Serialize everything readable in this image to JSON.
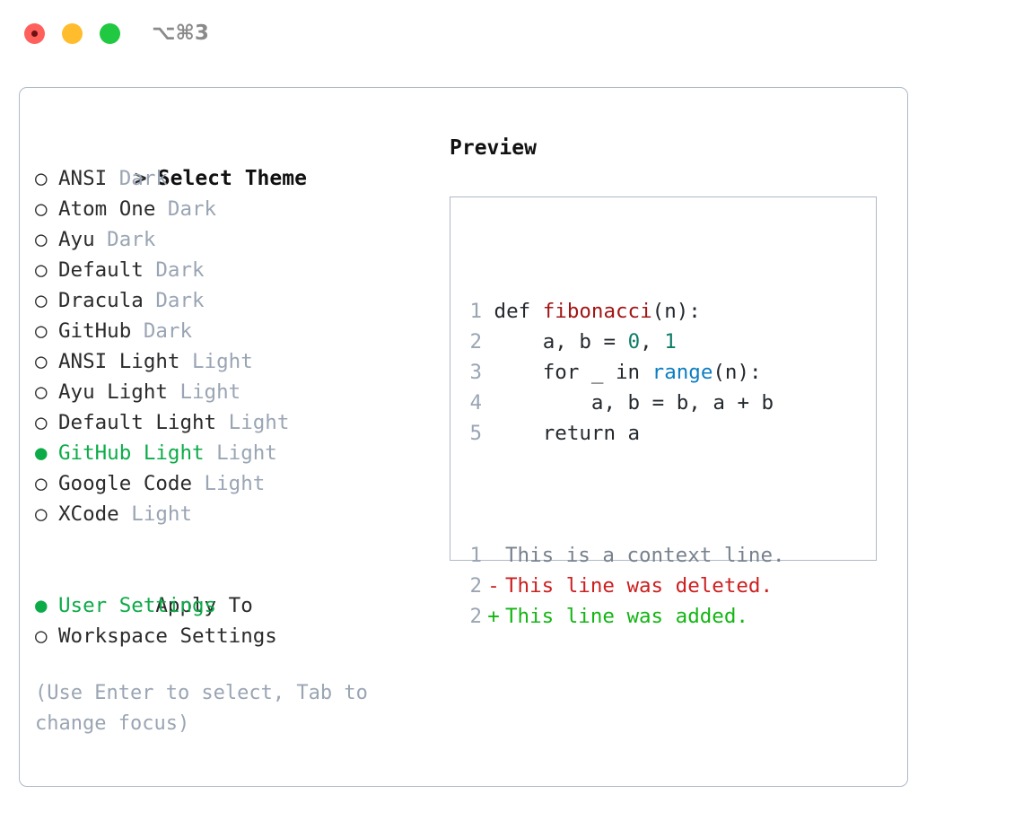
{
  "titlebar": {
    "shortcut": "⌥⌘3",
    "buttons": [
      {
        "name": "close",
        "color": "#ff605c"
      },
      {
        "name": "minimize",
        "color": "#ffbd2e"
      },
      {
        "name": "zoom",
        "color": "#21c842"
      }
    ]
  },
  "theme_picker": {
    "heading": "Select Theme",
    "heading_marker": ">",
    "bullet_unselected": "○",
    "bullet_selected": "●",
    "items": [
      {
        "name": "ANSI",
        "category": "Dark",
        "selected": false
      },
      {
        "name": "Atom One",
        "category": "Dark",
        "selected": false
      },
      {
        "name": "Ayu",
        "category": "Dark",
        "selected": false
      },
      {
        "name": "Default",
        "category": "Dark",
        "selected": false
      },
      {
        "name": "Dracula",
        "category": "Dark",
        "selected": false
      },
      {
        "name": "GitHub",
        "category": "Dark",
        "selected": false
      },
      {
        "name": "ANSI Light",
        "category": "Light",
        "selected": false
      },
      {
        "name": "Ayu Light",
        "category": "Light",
        "selected": false
      },
      {
        "name": "Default Light",
        "category": "Light",
        "selected": false
      },
      {
        "name": "GitHub Light",
        "category": "Light",
        "selected": true
      },
      {
        "name": "Google Code",
        "category": "Light",
        "selected": false
      },
      {
        "name": "XCode",
        "category": "Light",
        "selected": false
      }
    ]
  },
  "apply_to": {
    "heading": "Apply To",
    "options": [
      {
        "label": "User Settings",
        "selected": true
      },
      {
        "label": "Workspace Settings",
        "selected": false
      }
    ]
  },
  "hint": "(Use Enter to select, Tab to change focus)",
  "preview": {
    "title": "Preview",
    "code_lines": [
      {
        "num": "1",
        "tokens": [
          {
            "t": "def ",
            "c": "plain"
          },
          {
            "t": "fibonacci",
            "c": "func"
          },
          {
            "t": "(n):",
            "c": "plain"
          }
        ]
      },
      {
        "num": "2",
        "tokens": [
          {
            "t": "    a, b = ",
            "c": "plain"
          },
          {
            "t": "0",
            "c": "num"
          },
          {
            "t": ", ",
            "c": "plain"
          },
          {
            "t": "1",
            "c": "num"
          }
        ]
      },
      {
        "num": "3",
        "tokens": [
          {
            "t": "    for _ in ",
            "c": "plain"
          },
          {
            "t": "range",
            "c": "call"
          },
          {
            "t": "(n):",
            "c": "plain"
          }
        ]
      },
      {
        "num": "4",
        "tokens": [
          {
            "t": "        a, b = b, a + b",
            "c": "plain"
          }
        ]
      },
      {
        "num": "5",
        "tokens": [
          {
            "t": "    return a",
            "c": "plain"
          }
        ]
      }
    ],
    "diff_lines": [
      {
        "num": "1",
        "mark": " ",
        "text": "This is a context line.",
        "kind": "ctx"
      },
      {
        "num": "2",
        "mark": "-",
        "text": "This line was deleted.",
        "kind": "del"
      },
      {
        "num": "2",
        "mark": "+",
        "text": "This line was added.",
        "kind": "add"
      }
    ]
  },
  "colors": {
    "selected_green": "#0cab48",
    "dim_gray": "#9aa5b4",
    "border": "#afb9c7",
    "diff_add": "#14b514",
    "diff_del": "#cc1f1f",
    "syntax_function": "#a31515",
    "syntax_call": "#0b7ec1",
    "syntax_number": "#0e7c66"
  }
}
